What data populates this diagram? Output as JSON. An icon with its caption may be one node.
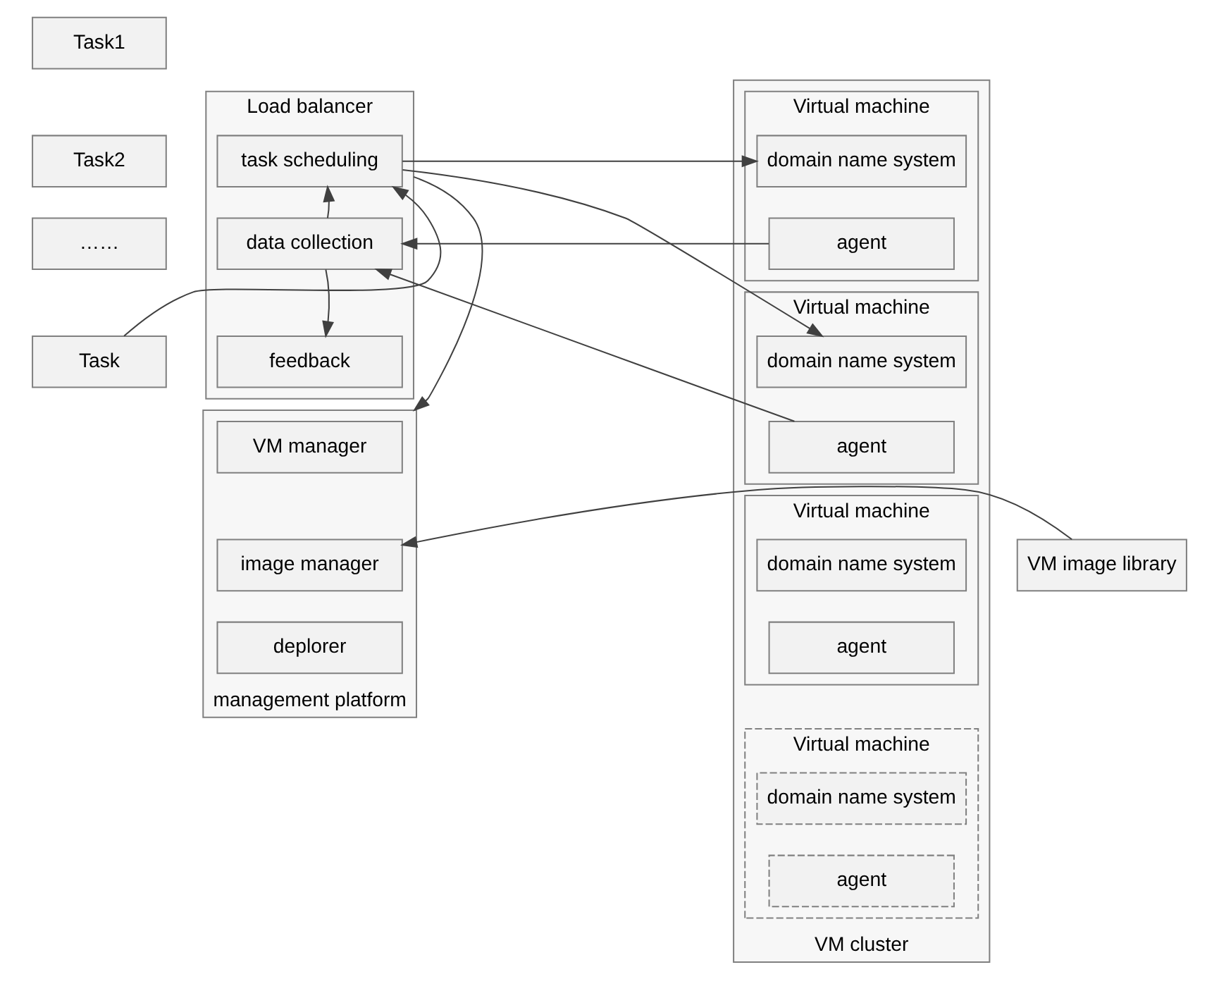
{
  "diagram": {
    "nodes": [
      {
        "text": [
          "Task1"
        ]
      },
      {
        "text": [
          "Task2"
        ]
      },
      {
        "text": [
          "……"
        ]
      },
      {
        "text": [
          "Task"
        ]
      },
      {
        "text": [
          "Load balancer"
        ]
      },
      {
        "text": [
          "task scheduling"
        ],
        "in": 4
      },
      {
        "text": [
          "data collection"
        ],
        "in": 4
      },
      {
        "text": [
          "feedback"
        ],
        "in": 4
      },
      {
        "text": [
          "VM cluster"
        ]
      },
      {
        "text": [
          "Virtual machine"
        ],
        "in": 8
      },
      {
        "text": [
          "domain name system"
        ],
        "in": 9
      },
      {
        "text": [
          "agent"
        ],
        "in": 9
      },
      {
        "text": [
          "Virtual machine"
        ],
        "in": 8
      },
      {
        "text": [
          "domain name system"
        ],
        "in": 12
      },
      {
        "text": [
          "agent"
        ],
        "in": 12
      },
      {
        "text": [
          "Virtual machine"
        ],
        "in": 8
      },
      {
        "text": [
          "domain name system"
        ],
        "in": 15
      },
      {
        "text": [
          "agent"
        ],
        "in": 15
      },
      {
        "text": [
          "Virtual machine"
        ],
        "in": 8
      },
      {
        "text": [
          "domain name system"
        ],
        "in": 18
      },
      {
        "text": [
          "agent"
        ],
        "in": 18
      },
      {
        "text": [
          "management platform"
        ]
      },
      {
        "text": [
          "VM manager"
        ],
        "in": 21
      },
      {
        "text": [
          "image manager"
        ],
        "in": 21
      },
      {
        "text": [
          "deplorer"
        ],
        "in": 21
      },
      {
        "text": [
          "VM image library"
        ]
      }
    ],
    "edges": [
      {
        "from": 3,
        "to": 5,
        "arrow": "to"
      },
      {
        "from": 5,
        "to": 10,
        "arrow": "to"
      },
      {
        "from": 5,
        "to": 13,
        "arrow": "to"
      },
      {
        "from": 11,
        "to": 6,
        "arrow": "to"
      },
      {
        "from": 14,
        "to": 6,
        "arrow": "to"
      },
      {
        "from": 6,
        "to": 5,
        "arrow": "to"
      },
      {
        "from": 6,
        "to": 7,
        "arrow": "to"
      },
      {
        "from": 4,
        "to": 21,
        "arrow": "to"
      },
      {
        "from": 25,
        "to": 23,
        "arrow": "to"
      }
    ]
  }
}
